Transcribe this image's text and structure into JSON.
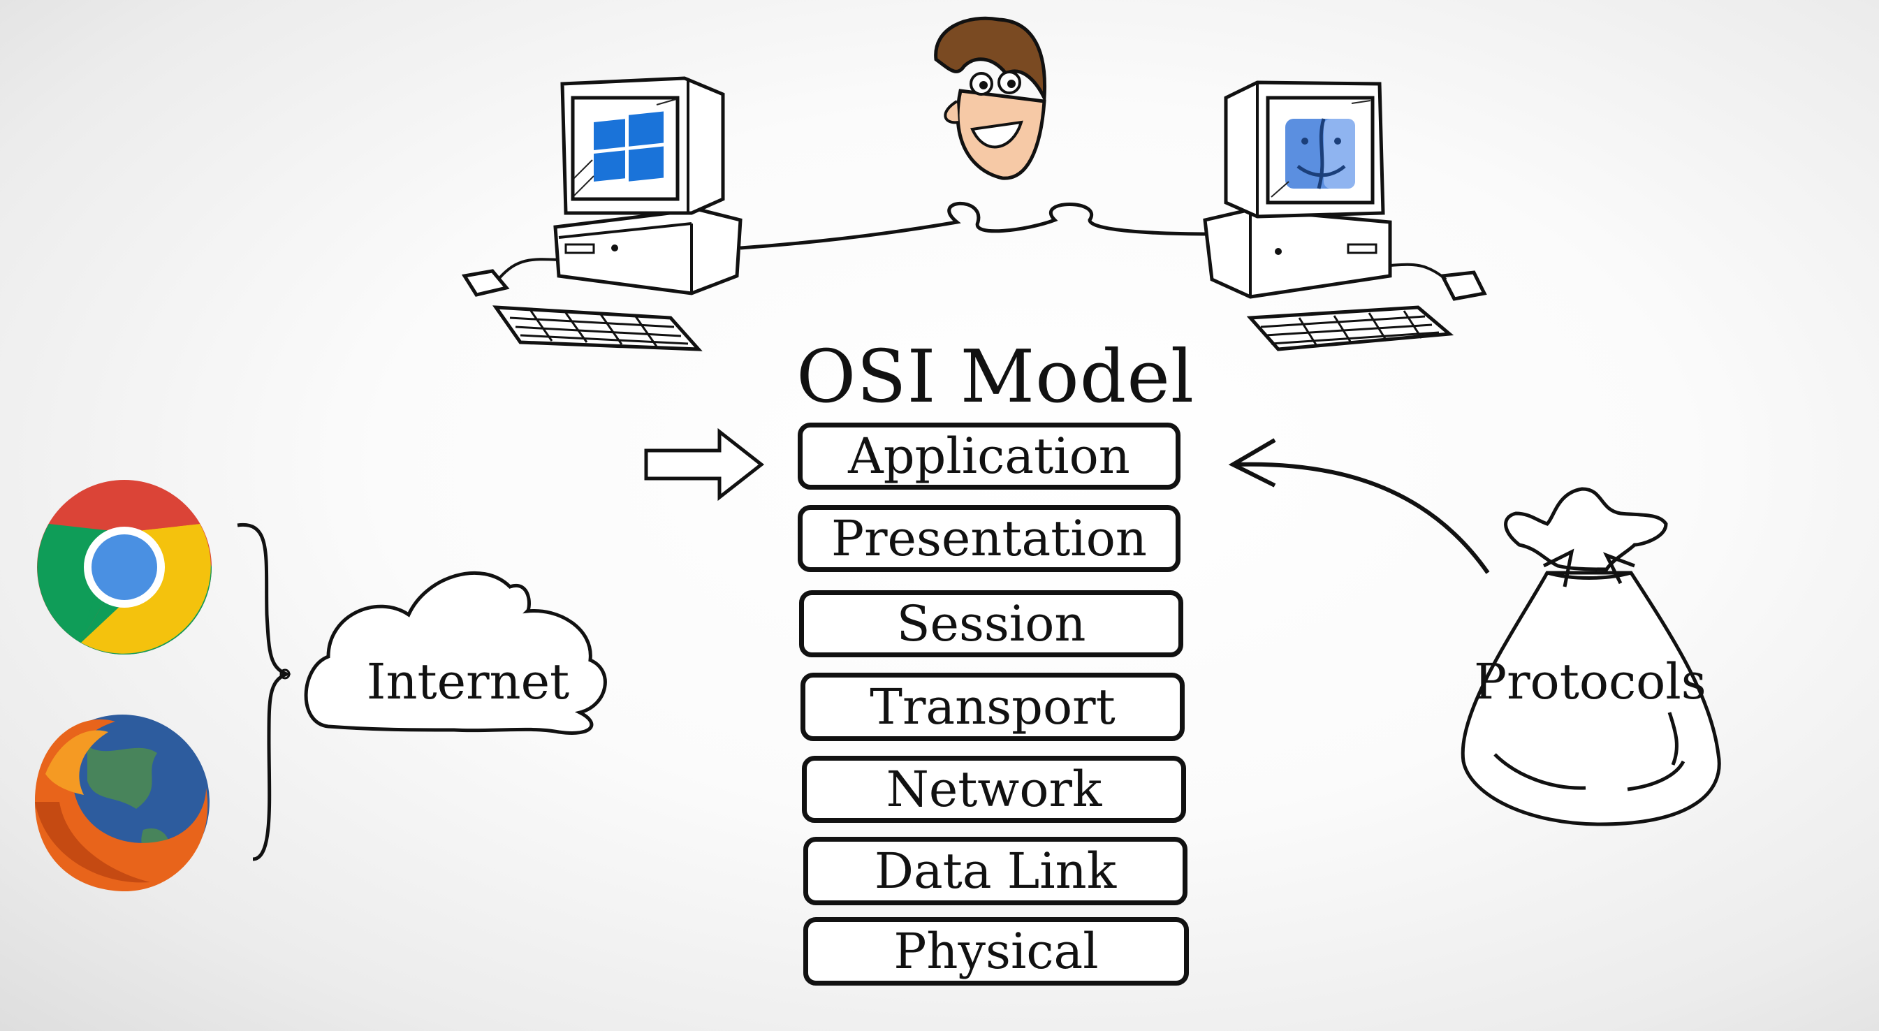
{
  "title": "OSI Model",
  "layers": [
    "Application",
    "Presentation",
    "Session",
    "Transport",
    "Network",
    "Data Link",
    "Physical"
  ],
  "internet_label": "Internet",
  "protocols_label": "Protocols",
  "icons": [
    "windows-computer-icon",
    "mac-computer-icon",
    "person-face-icon",
    "chrome-icon",
    "firefox-icon",
    "cloud-icon",
    "bag-icon",
    "arrow-right-icon",
    "arrow-curved-icon",
    "brace-icon"
  ],
  "colors": {
    "chrome_red": "#db4437",
    "chrome_yellow": "#f4c20d",
    "chrome_green": "#0f9d58",
    "chrome_blue": "#4285f4",
    "windows_blue": "#1a73d9",
    "mac_blue": "#5b8fe0",
    "firefox_orange": "#e8641b",
    "firefox_globe": "#2d5c9e"
  }
}
